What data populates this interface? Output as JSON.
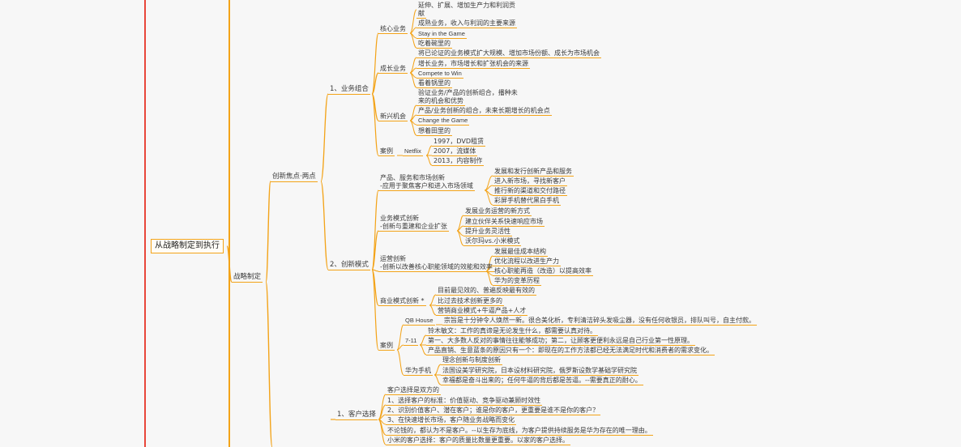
{
  "root": "从战略制定到执行",
  "level1": "战略制定",
  "level2": "创新焦点·两点",
  "sections": {
    "portfolio": "1、业务组合",
    "bizmodel": "2、创新模式",
    "customer": "1、客户选择"
  },
  "portfolio": {
    "core": {
      "label": "核心业务",
      "items": [
        "延伸、扩展、增加生产力和利润贡",
        "献",
        "成熟业务，收入与利润的主要来源",
        "Stay in the Game",
        "吃着碗里的"
      ]
    },
    "growth": {
      "label": "成长业务",
      "items": [
        "将已论证的业务模式扩大规模、增加市场份额、成长为市场机会",
        "增长业务，市场增长和扩张机会的来源",
        "Compete to Win",
        "看着锅里的"
      ]
    },
    "emerging": {
      "label": "新兴机会",
      "items": [
        "验证业务/产品的创新组合，播种未",
        "来的机会和优势",
        "产品/业务创新的组合，未来长期增长的机会点",
        "Change the Game",
        "想着田里的"
      ]
    },
    "case": {
      "label": "案例",
      "company": "Netflix",
      "items": [
        "1997，DVD租赁",
        "2007，流媒体",
        "2013，内容制作"
      ]
    }
  },
  "bizmodel": {
    "product": {
      "label1": "产品、服务和市场创新",
      "label2": "-应用于聚焦客户和进入市场领域",
      "items": [
        "发展和发行创新产品和服务",
        "进入新市场，寻找新客户",
        "推行新的渠道和交付路径",
        "彩屏手机替代黑白手机"
      ]
    },
    "model": {
      "label1": "业务模式创新",
      "label2": "-创新与重建和企业扩张",
      "items": [
        "发展业务运营的新方式",
        "建立伙伴关系快速响应市场",
        "提升业务灵活性",
        "沃尔玛vs.小米模式"
      ]
    },
    "ops": {
      "label1": "运营创新",
      "label2": "-创新以改善核心职能领域的效能和效率",
      "items": [
        "发展最佳成本结构",
        "优化流程以改进生产力",
        "核心职能再造（改造）以提高效率",
        "华为的变革历程"
      ]
    },
    "commercial": {
      "label": "商业模式创新 *",
      "items": [
        "目前最见效的、普遍反映最有效的",
        "比过去技术创新更多的",
        "营销商业模式+牛逼产品+人才"
      ]
    },
    "case": {
      "label": "案例",
      "qb": {
        "label": "QB House",
        "text": "宗旨是十分钟令人焕然一新。很合美化析，专利清洁碎头发吸尘器，没有任何收银员，排队叫号，自主付款。"
      },
      "seven": {
        "label": "7-11",
        "items": [
          "铃木敏文：工作的真谛是无论发生什么，都需要认真对待。",
          "第一、大多数人反对的事情往往能够成功；第二，让顾客更便利永远是自己行业第一性原理。",
          "产品直销、生意蓝条的原因只有一个：即现在的工作方法都已经无法满足时代和消费者的需求变化。"
        ]
      },
      "huawei": {
        "label": "华为手机",
        "items": [
          "理念创新与制度创新",
          "法国设美学研究院，日本设材料研究院，俄罗斯设数学基础学研究院",
          "幸福都是奋斗出来的；任何牛逼的背后都是苦逼。--需要真正的耐心。"
        ]
      }
    }
  },
  "customer": {
    "items": [
      "客户选择是双方的",
      "1、选择客户的标准：价值驱动、竞争驱动兼顾时效性",
      "2、识别价值客户、潜在客户；谁是你的客户，更重要是谁不是你的客户？",
      "3、在快速增长市场，客户随业务战略而变化",
      "不论钱的，都认为不是客户。--以生存为底线，为客户提供持续服务是华为存在的唯一理由。",
      "小米的客户选择：客户的质量比数量更重要。以家的客户选择。"
    ]
  },
  "colors": {
    "branch": "#f3a318",
    "spine": "#e8463a"
  }
}
